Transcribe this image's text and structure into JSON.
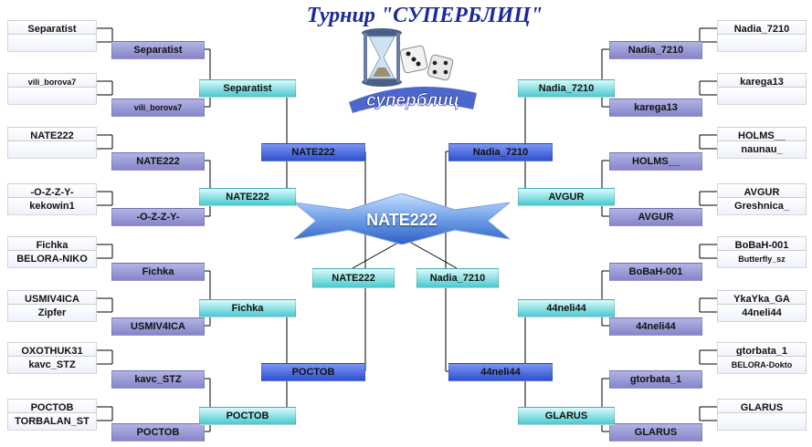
{
  "title": "Турнир \"СУПЕРБЛИЦ\"",
  "logo_text": "суперблиц",
  "champion": "NATE222",
  "finalists": {
    "left": "NATE222",
    "right": "Nadia_7210"
  },
  "left": {
    "r1": [
      "Separatist",
      "",
      "vili_borova7",
      "",
      "NATE222",
      "",
      "-O-Z-Z-Y-",
      "kekowin1",
      "Fichka",
      "BELORA-NIKO",
      "USMIV4ICA",
      "Zipfer",
      "OXOTHUK31",
      "kavc_STZ",
      "POCTOB",
      "TORBALAN_ST"
    ],
    "r2": [
      "Separatist",
      "vili_borova7",
      "NATE222",
      "-O-Z-Z-Y-",
      "Fichka",
      "USMIV4ICA",
      "kavc_STZ",
      "POCTOB"
    ],
    "r3": [
      "Separatist",
      "NATE222",
      "Fichka",
      "POCTOB"
    ],
    "r4": [
      "NATE222",
      "POCTOB"
    ]
  },
  "right": {
    "r1": [
      "Nadia_7210",
      "",
      "karega13",
      "",
      "HOLMS__",
      "naunau_",
      "AVGUR",
      "Greshnica_",
      "BoBaH-001",
      "Butterfly_sz",
      "YkaYka_GA",
      "44neli44",
      "gtorbata_1",
      "BELORA-Dokto",
      "GLARUS",
      ""
    ],
    "r2": [
      "Nadia_7210",
      "karega13",
      "HOLMS__",
      "AVGUR",
      "BoBaH-001",
      "44neli44",
      "gtorbata_1",
      "GLARUS"
    ],
    "r3": [
      "Nadia_7210",
      "AVGUR",
      "44neli44",
      "GLARUS"
    ],
    "r4": [
      "Nadia_7210",
      "44neli44"
    ]
  },
  "colors": {
    "white": "#ffffff",
    "lavender": "#9c9cd8",
    "teal": "#49c9cf",
    "blue": "#3a5ae0",
    "title": "#1a2a9a",
    "line": "#000000"
  }
}
